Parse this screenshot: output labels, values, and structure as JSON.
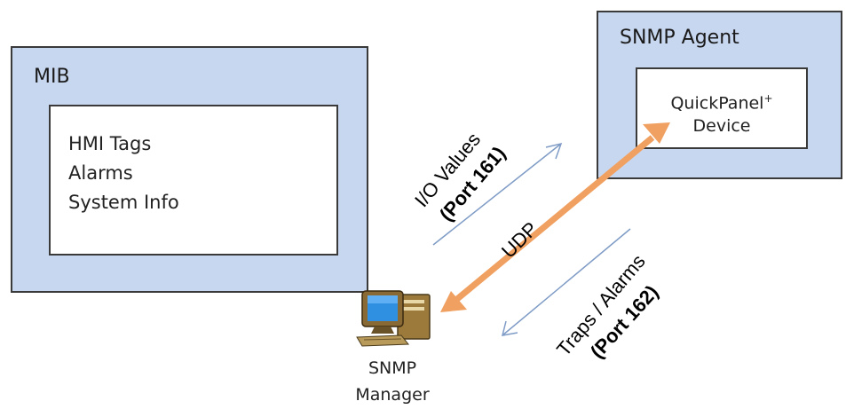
{
  "mib": {
    "title": "MIB",
    "items": [
      "HMI Tags",
      "Alarms",
      "System Info"
    ]
  },
  "agent": {
    "title": "SNMP Agent",
    "device_line1": "QuickPanel",
    "device_sup": "+",
    "device_line2": "Device"
  },
  "arrows": {
    "io_values": "I/O Values",
    "port161": "(Port 161)",
    "udp": "UDP",
    "traps": "Traps / Alarms",
    "port162": "(Port 162)"
  },
  "manager": {
    "line1": "SNMP",
    "line2": "Manager"
  },
  "colors": {
    "box_fill": "#c8d7f0",
    "arrow_thin": "#7f9cc6",
    "arrow_thick": "#f0a060"
  },
  "icons": [
    "computer-icon"
  ]
}
